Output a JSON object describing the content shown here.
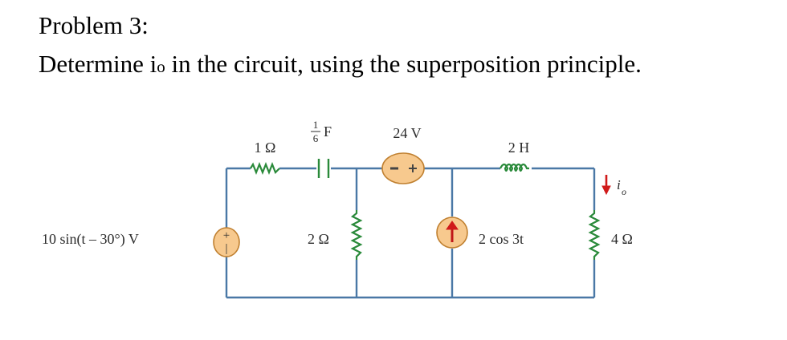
{
  "problem": {
    "title": "Problem 3:",
    "statement_before": "Determine i",
    "statement_sub": "o",
    "statement_after": " in the circuit, using the superposition principle."
  },
  "circuit": {
    "voltage_source_ac": "10 sin(t – 30°) V",
    "resistor_1": "1 Ω",
    "capacitor": "F",
    "capacitor_num": "1",
    "capacitor_den": "6",
    "voltage_source_dc": "24 V",
    "inductor": "2 H",
    "resistor_2": "2 Ω",
    "current_source": "2 cos 3t",
    "resistor_4": "4 Ω",
    "current_label": "i",
    "current_sub": "o",
    "plus": "+",
    "minus": "–"
  }
}
